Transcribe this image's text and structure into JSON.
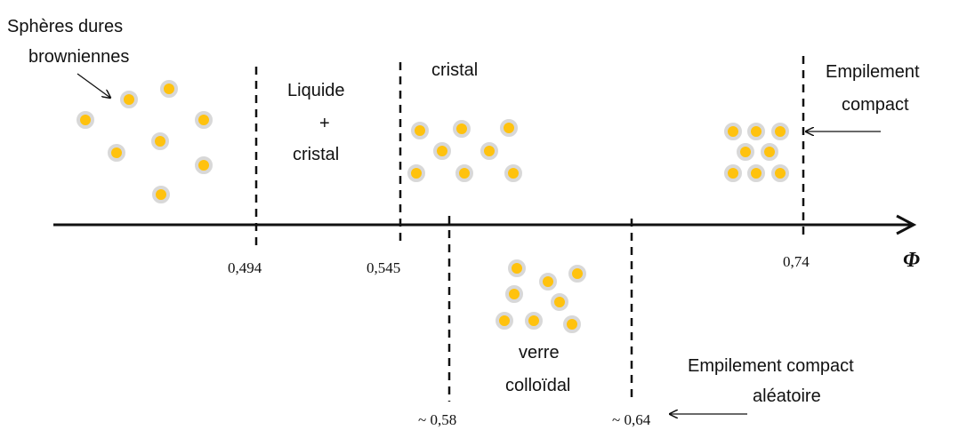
{
  "labels": {
    "brownian_line1": "Sphères dures",
    "brownian_line2": "browniennes",
    "liquid_crystal_line1": "Liquide",
    "liquid_crystal_line2": "+",
    "liquid_crystal_line3": "cristal",
    "crystal": "cristal",
    "compact_line1": "Empilement",
    "compact_line2": "compact",
    "glass_line1": "verre",
    "glass_line2": "colloïdal",
    "random_line1": "Empilement compact",
    "random_line2": "aléatoire",
    "axis_symbol": "Φ"
  },
  "ticks": [
    {
      "value": 0.494,
      "label": "0,494"
    },
    {
      "value": 0.545,
      "label": "0,545"
    },
    {
      "value": 0.58,
      "label": "~ 0,58"
    },
    {
      "value": 0.64,
      "label": "~ 0,64"
    },
    {
      "value": 0.74,
      "label": "0,74"
    }
  ],
  "colors": {
    "particle_fill": "#FFC20E",
    "particle_halo": "#D8D8D8",
    "line": "#111111"
  }
}
